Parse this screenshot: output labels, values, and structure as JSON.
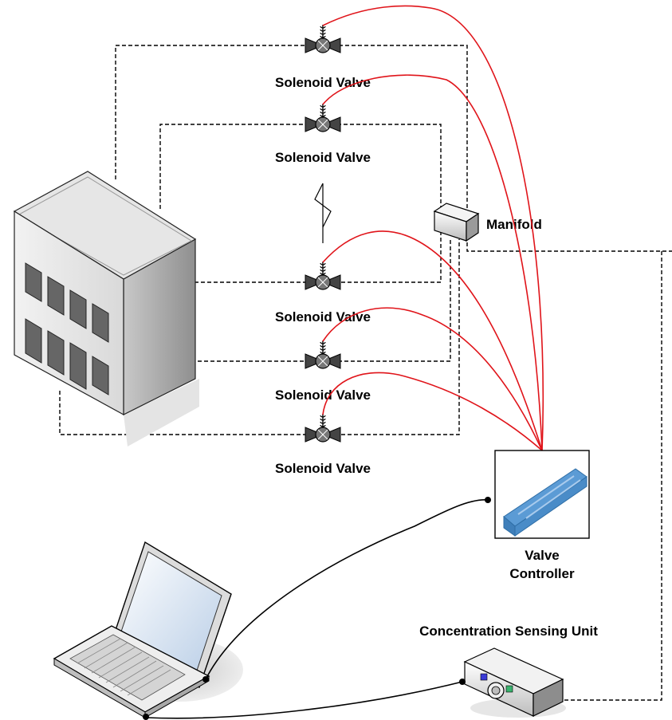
{
  "labels": {
    "valve_1": "Solenoid Valve",
    "valve_2": "Solenoid Valve",
    "valve_3": "Solenoid Valve",
    "valve_4": "Solenoid Valve",
    "valve_5": "Solenoid Valve",
    "manifold": "Manifold",
    "controller_line1": "Valve",
    "controller_line2": "Controller",
    "sensor": "Concentration Sensing Unit"
  },
  "icons": {
    "building": "building-icon",
    "valve": "solenoid-valve-icon",
    "manifold": "manifold-box-icon",
    "controller": "valve-controller-icon",
    "laptop": "laptop-icon",
    "sensor": "sensor-unit-icon"
  },
  "colors": {
    "control_wire": "#e0141a",
    "pipe": "#000000",
    "controller_module": "#5b9bd5"
  }
}
